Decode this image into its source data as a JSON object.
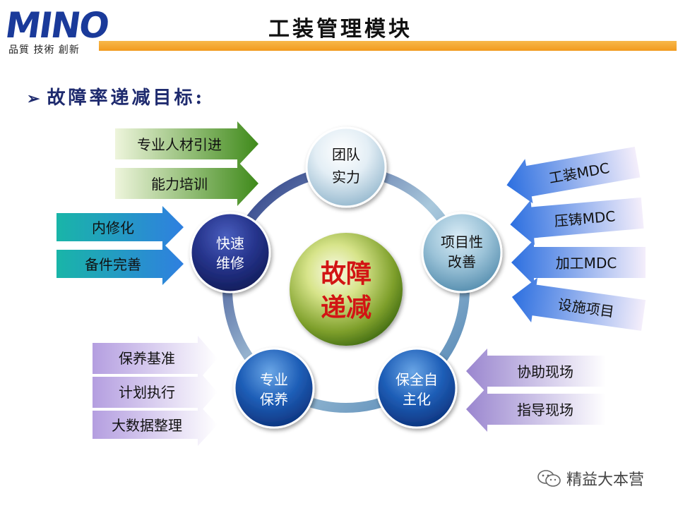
{
  "logo": {
    "brand": "MINO",
    "tagline": "品質 技術 創新"
  },
  "title": "工装管理模块",
  "goal_heading": "故障率递减目标:",
  "center": {
    "line1": "故障",
    "line2": "递减"
  },
  "nodes": {
    "team": {
      "line1": "团队",
      "line2": "实力"
    },
    "project": {
      "line1": "项目性",
      "line2": "改善"
    },
    "autonomy": {
      "line1": "保全自",
      "line2": "主化"
    },
    "maintenance": {
      "line1": "专业",
      "line2": "保养"
    },
    "repair": {
      "line1": "快速",
      "line2": "维修"
    }
  },
  "team_arrows": [
    "专业人材引进",
    "能力培训"
  ],
  "repair_arrows": [
    "内修化",
    "备件完善"
  ],
  "maintenance_arrows": [
    "保养基准",
    "计划执行",
    "大数据整理"
  ],
  "mdc_arrows": [
    "工装MDC",
    "压铸MDC",
    "加工MDC",
    "设施项目"
  ],
  "autonomy_arrows": [
    "协助现场",
    "指导现场"
  ],
  "watermark": "精益大本营"
}
